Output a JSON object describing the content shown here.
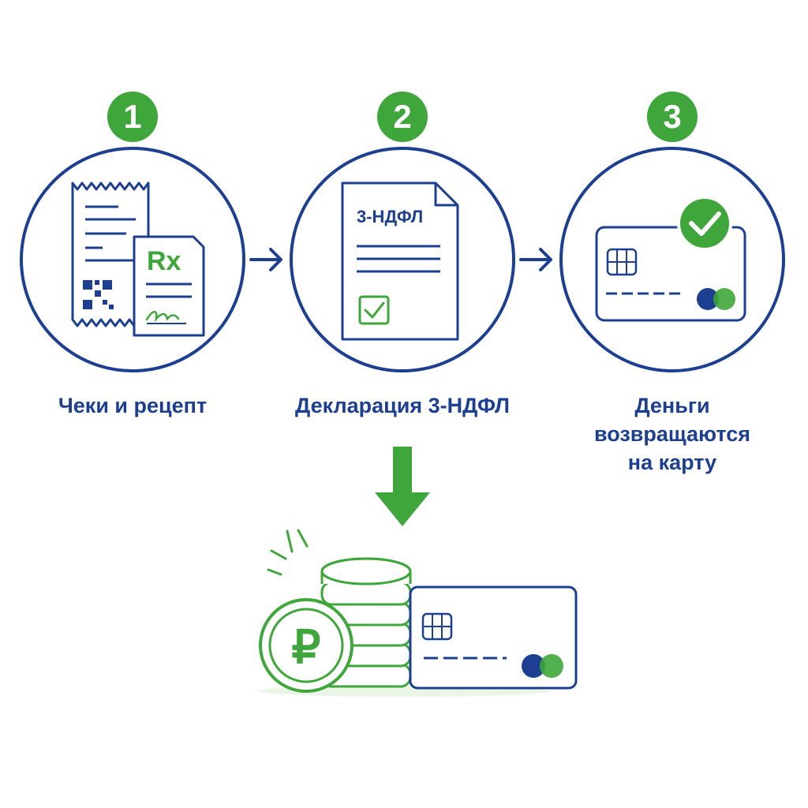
{
  "steps": [
    {
      "number": "1",
      "label": "Чеки и рецепт",
      "icon": "receipt-and-prescription-icon"
    },
    {
      "number": "2",
      "label": "Декларация 3-НДФЛ",
      "icon": "tax-form-icon",
      "document_title": "3-НДФЛ"
    },
    {
      "number": "3",
      "label_lines": [
        "Деньги",
        "возвращаются",
        "на карту"
      ],
      "icon": "bank-card-check-icon"
    }
  ],
  "prescription_mark": "Rx",
  "ruble_symbol": "₽",
  "colors": {
    "navy": "#1c3f91",
    "green": "#3ea63a",
    "light_green": "#e9f6e6"
  }
}
